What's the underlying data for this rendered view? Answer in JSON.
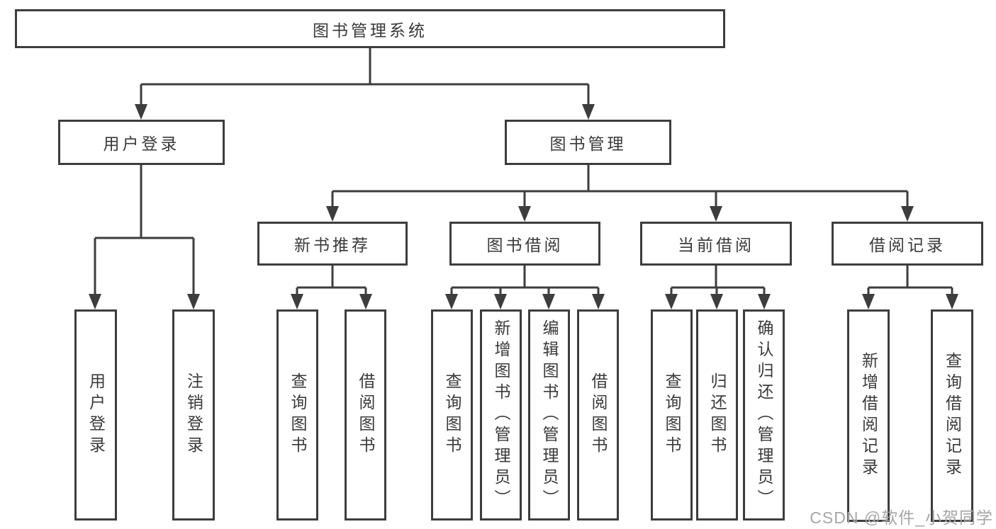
{
  "diagram_type": "hierarchy-tree",
  "colors": {
    "line": "#3d3d3d",
    "box_border": "#3d3d3d",
    "text": "#3a3a3a",
    "watermark": "#a6a6a6",
    "background": "#ffffff"
  },
  "watermark": "CSDN @软件_小贺同学",
  "tree": {
    "root": {
      "label": "图书管理系统",
      "children": [
        {
          "label": "用户登录",
          "children": [
            {
              "label": "用户登录"
            },
            {
              "label": "注销登录"
            }
          ]
        },
        {
          "label": "图书管理",
          "children": [
            {
              "label": "新书推荐",
              "children": [
                {
                  "label": "查询图书"
                },
                {
                  "label": "借阅图书"
                }
              ]
            },
            {
              "label": "图书借阅",
              "children": [
                {
                  "label": "查询图书"
                },
                {
                  "label": "新增图书（管理员）"
                },
                {
                  "label": "编辑图书（管理员）"
                },
                {
                  "label": "借阅图书"
                }
              ]
            },
            {
              "label": "当前借阅",
              "children": [
                {
                  "label": "查询图书"
                },
                {
                  "label": "归还图书"
                },
                {
                  "label": "确认归还（管理员）"
                }
              ]
            },
            {
              "label": "借阅记录",
              "children": [
                {
                  "label": "新增借阅记录"
                },
                {
                  "label": "查询借阅记录"
                }
              ]
            }
          ]
        }
      ]
    }
  }
}
